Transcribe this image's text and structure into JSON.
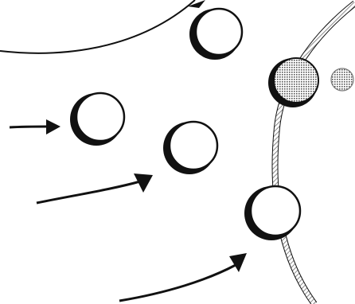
{
  "diagram": {
    "colors": {
      "ink": "#111111",
      "paper": "#ffffff",
      "membrane_hatch": "#9a9a9a",
      "stipple": "#7a7a7a"
    },
    "elements": [
      {
        "name": "large-arc-curve",
        "kind": "curve"
      },
      {
        "name": "arrow-top-fragment",
        "kind": "arrow"
      },
      {
        "name": "membrane-wall",
        "kind": "membrane"
      },
      {
        "name": "vesicle-top",
        "kind": "open-circle"
      },
      {
        "name": "vesicle-left",
        "kind": "open-circle"
      },
      {
        "name": "vesicle-middle",
        "kind": "open-circle"
      },
      {
        "name": "vesicle-at-membrane",
        "kind": "open-circle"
      },
      {
        "name": "fused-vesicle",
        "kind": "stippled-circle"
      },
      {
        "name": "small-particle",
        "kind": "stippled-circle"
      },
      {
        "name": "arrow-left",
        "kind": "arrow"
      },
      {
        "name": "arrow-middle",
        "kind": "arrow"
      },
      {
        "name": "arrow-bottom",
        "kind": "arrow"
      }
    ]
  }
}
